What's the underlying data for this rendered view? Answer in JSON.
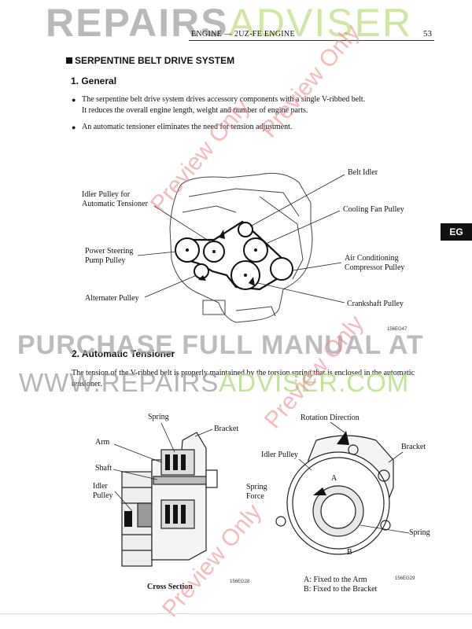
{
  "watermark": {
    "logo_part1": "REPAIRS",
    "logo_part2": "ADVISER",
    "purchase": "PURCHASE FULL MANUAL AT",
    "url_part1": "WWW.REPAIRS",
    "url_part2": "ADVISER.COM",
    "preview": "Preview Only"
  },
  "header": {
    "title": "ENGINE — 2UZ-FE ENGINE",
    "page_number": "53"
  },
  "section": {
    "title": "SERPENTINE BELT DRIVE SYSTEM"
  },
  "general": {
    "heading": "1.  General",
    "bullet1_line1": "The serpentine belt drive system drives accessory components with a single V-ribbed belt.",
    "bullet1_line2": "It reduces the overall engine length, weight and number of engine parts.",
    "bullet2": "An automatic tensioner eliminates the need for tension adjustment."
  },
  "side_tab": "EG",
  "figure1": {
    "labels": {
      "idler_auto_1": "Idler Pulley for",
      "idler_auto_2": "Automatic Tensioner",
      "belt_idler": "Belt Idler",
      "cooling_fan": "Cooling Fan Pulley",
      "ps_1": "Power Steering",
      "ps_2": "Pump Pulley",
      "ac_1": "Air Conditioning",
      "ac_2": "Compressor Pulley",
      "alternator": "Alternater Pulley",
      "crankshaft": "Crankshaft Pulley"
    },
    "ref": "156EG47"
  },
  "tensioner": {
    "heading": "2.  Automatic Tensioner",
    "text_line1": "The tension of the V-ribbed belt is properly maintained by the torsion spring that is enclosed in the automatic",
    "text_line2": "tensioner."
  },
  "figure2": {
    "labels": {
      "spring": "Spring",
      "bracket": "Bracket",
      "arm": "Arm",
      "shaft": "Shaft",
      "idler_1": "Idler",
      "idler_2": "Pulley",
      "cross_section": "Cross Section",
      "ref_left": "156EG28",
      "rotation": "Rotation Direction",
      "idler_pulley": "Idler Pulley",
      "bracket_r": "Bracket",
      "spring_force_1": "Spring",
      "spring_force_2": "Force",
      "a": "A",
      "b": "B",
      "spring_r": "Spring",
      "fixed_a": "A: Fixed to the Arm",
      "fixed_b": "B: Fixed to the Bracket",
      "ref_right": "156EG29"
    }
  }
}
